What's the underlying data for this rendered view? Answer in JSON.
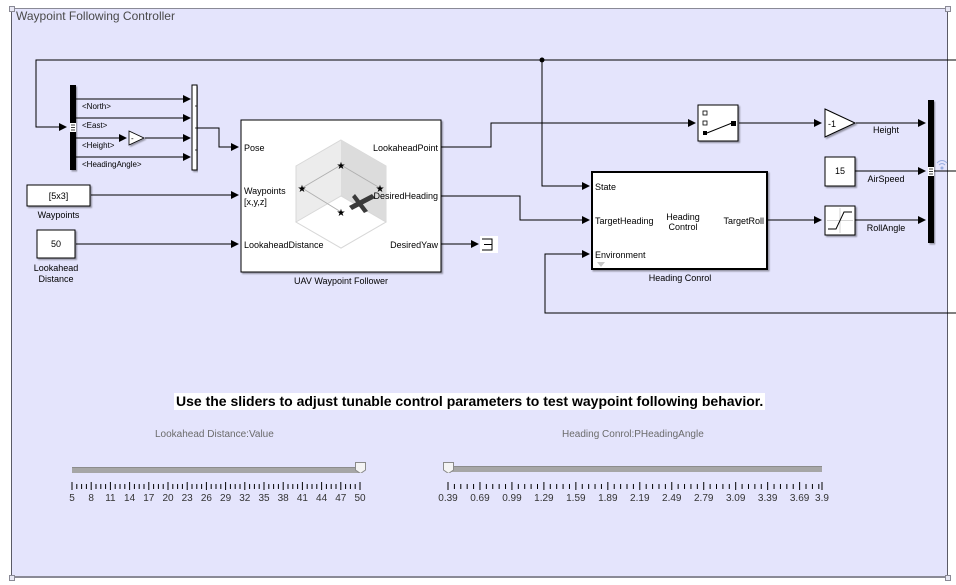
{
  "area": {
    "title": "Waypoint Following Controller",
    "background": "#e4e4fc"
  },
  "blocks": {
    "bus_selector": {
      "signals": [
        "<North>",
        "<East>",
        "<Height>",
        "<HeadingAngle>"
      ]
    },
    "unary_minus": {
      "symbol": "-"
    },
    "waypoints_const": {
      "value": "[5x3]",
      "label": "Waypoints"
    },
    "lookahead_const": {
      "value": "50",
      "label_line1": "Lookahead",
      "label_line2": "Distance"
    },
    "uav_follower": {
      "name": "UAV Waypoint Follower",
      "inputs": [
        "Pose",
        "Waypoints",
        "[x,y,z]",
        "LookaheadDistance"
      ],
      "outputs": [
        "LookaheadPoint",
        "DesiredHeading",
        "DesiredYaw"
      ]
    },
    "heading_control": {
      "name": "Heading Conrol",
      "center_line1": "Heading",
      "center_line2": "Control",
      "inputs": [
        "State",
        "TargetHeading",
        "Environment"
      ],
      "outputs": [
        "TargetRoll"
      ]
    },
    "gain": {
      "value": "-1",
      "signal": "Height"
    },
    "airspeed_const": {
      "value": "15",
      "signal": "AirSpeed"
    },
    "saturation": {
      "signal": "RollAngle"
    }
  },
  "note": "Use the sliders to adjust tunable control parameters to test waypoint following behavior.",
  "sliders": [
    {
      "title": "Lookahead Distance:Value",
      "min": 5,
      "max": 50,
      "value": 50,
      "tick_labels": [
        "5",
        "8",
        "11",
        "14",
        "17",
        "20",
        "23",
        "26",
        "29",
        "32",
        "35",
        "38",
        "41",
        "44",
        "47",
        "50"
      ],
      "minor_per_major": 3
    },
    {
      "title": "Heading Conrol:PHeadingAngle",
      "min": 0.39,
      "max": 3.9,
      "value": 0.39,
      "tick_labels": [
        "0.39",
        "0.69",
        "0.99",
        "1.29",
        "1.59",
        "1.89",
        "2.19",
        "2.49",
        "2.79",
        "3.09",
        "3.39",
        "3.69",
        "3.9"
      ],
      "minor_per_major": 4
    }
  ]
}
